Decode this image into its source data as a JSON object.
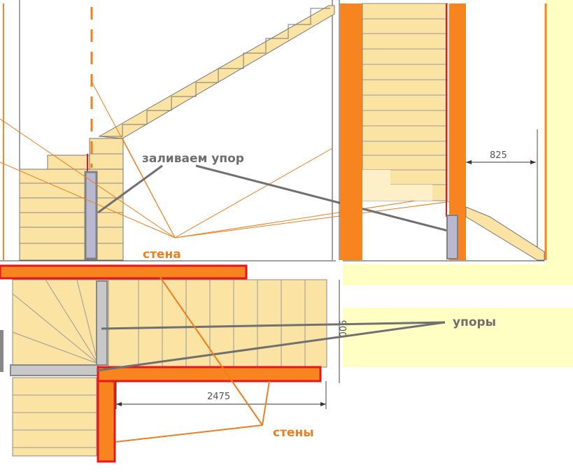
{
  "labels": {
    "pour_stop": "заливаем упор",
    "wall": "стена",
    "stops": "упоры",
    "walls": "стены"
  },
  "dimensions": {
    "top_right": "825",
    "bottom": "2475",
    "side_rotated": "900"
  },
  "colors": {
    "wood": "#fbe3a4",
    "wall": "#f7841f",
    "wall_outline": "#e8141e",
    "support": "#a8a8a8",
    "background_panel": "#ffffc4"
  }
}
